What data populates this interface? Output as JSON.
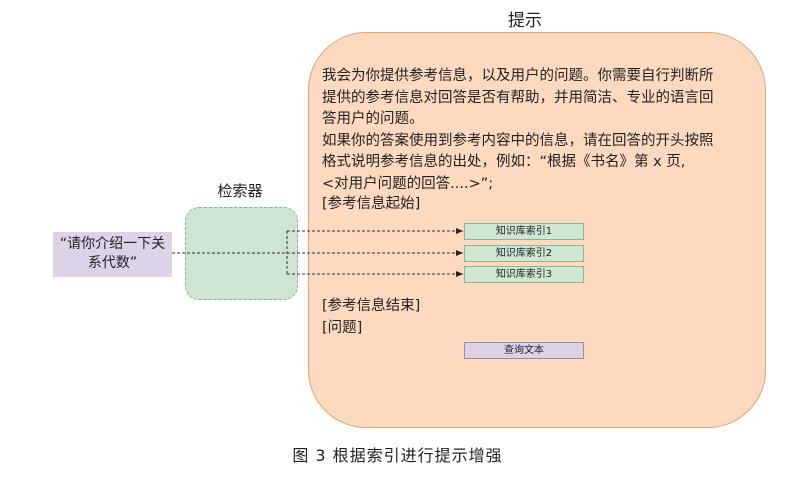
{
  "title": "提示",
  "prompt": {
    "lines": [
      "我会为你提供参考信息，以及用户的问题。你需要自行判断所",
      "提供的参考信息对回答是否有帮助，并用简洁、专业的语言回",
      "答用户的问题。",
      "如果你的答案使用到参考内容中的信息，请在回答的开头按照",
      "格式说明参考信息的出处，例如：“根据《书名》第 x 页,",
      "<对用户问题的回答....>”;"
    ],
    "ref_start": "[参考信息起始]",
    "ref_end": "[参考信息结束]",
    "question": "[问题]",
    "indexes": [
      "知识库索引1",
      "知识库索引2",
      "知识库索引3"
    ],
    "query_text": "查询文本"
  },
  "retriever": {
    "label": "检索器"
  },
  "user_query": {
    "line1": "“请你介绍一下关",
    "line2": "系代数”"
  },
  "caption": "图 3   根据索引进行提示增强",
  "colors": {
    "prompt_fill": "#fcd9bf",
    "retriever_fill": "#cfe5d3",
    "query_fill": "#dcd3e8"
  }
}
